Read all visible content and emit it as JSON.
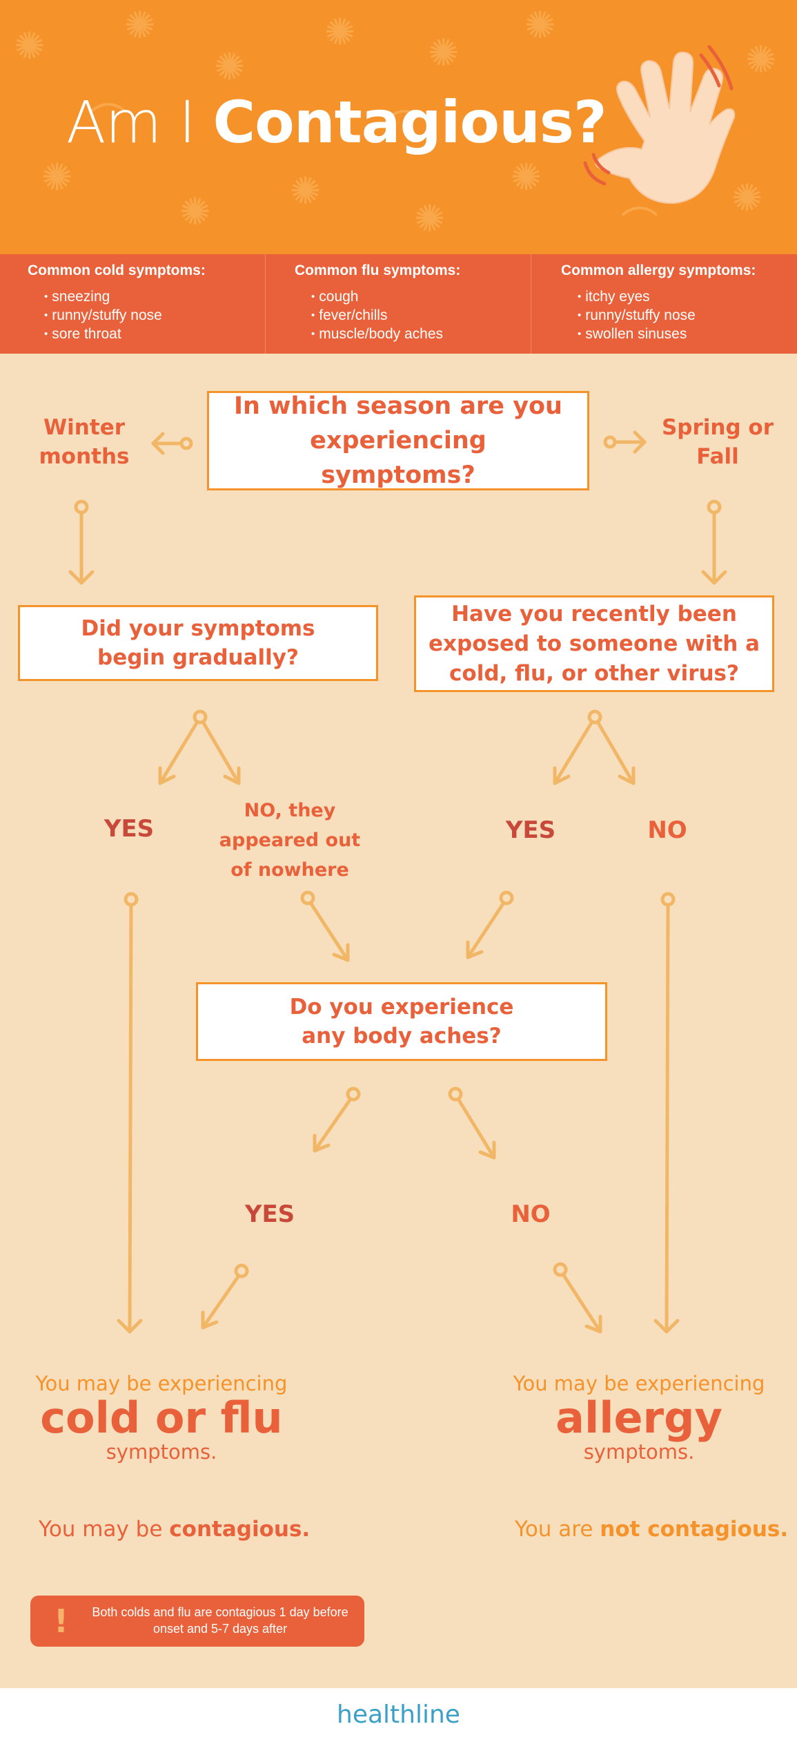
{
  "header": {
    "title_light": "Am I",
    "title_bold": "Contagious?",
    "illustration": "waving-hand-icon",
    "pattern": "germ-icon",
    "background_color": "#f5922a"
  },
  "symptoms": {
    "columns": [
      {
        "heading": "Common cold symptoms:",
        "items": [
          "sneezing",
          "runny/stuffy nose",
          "sore throat"
        ]
      },
      {
        "heading": "Common flu symptoms:",
        "items": [
          "cough",
          "fever/chills",
          "muscle/body aches"
        ]
      },
      {
        "heading": "Common allergy symptoms:",
        "items": [
          "itchy eyes",
          "runny/stuffy nose",
          "swollen sinuses"
        ]
      }
    ]
  },
  "flow": {
    "q_season": "In which season are you experiencing symptoms?",
    "winter": "Winter months",
    "spring_fall": "Spring or Fall",
    "q_gradual": "Did your symptoms begin gradually?",
    "q_exposed": "Have you recently been exposed to someone with a cold, flu, or other virus?",
    "gradual_yes": "YES",
    "gradual_no": "NO, they appeared out of nowhere",
    "exposed_yes": "YES",
    "exposed_no": "NO",
    "q_aches": "Do you experience any body aches?",
    "aches_yes": "YES",
    "aches_no": "NO"
  },
  "results": {
    "cold": {
      "pre": "You may be experiencing",
      "big": "cold or flu",
      "post": "symptoms.",
      "contagious_pre": "You may be",
      "contagious_bold": "contagious."
    },
    "allergy": {
      "pre": "You may be experiencing",
      "big": "allergy",
      "post": "symptoms.",
      "contagious_pre": "You are",
      "contagious_bold": "not contagious."
    }
  },
  "note": {
    "icon": "exclamation-icon",
    "text": "Both colds and flu are contagious 1 day before onset and 5-7 days after"
  },
  "footer": {
    "logo": "healthline"
  },
  "colors": {
    "orange": "#f5922a",
    "coral": "#e8613a",
    "dark_red": "#c8493a",
    "background": "#f7dfbe",
    "arrow": "#f2b766"
  }
}
